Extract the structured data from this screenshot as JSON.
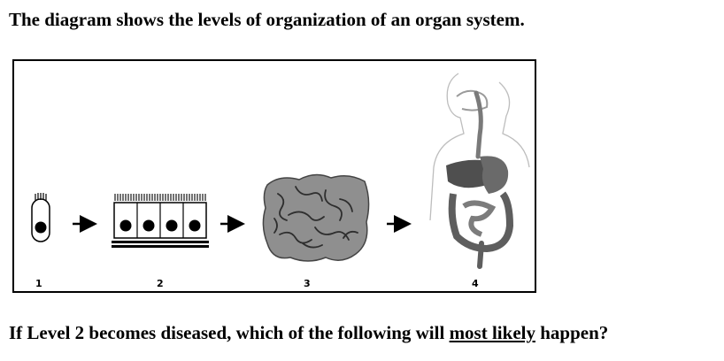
{
  "heading": "The diagram shows the levels of organization of an organ system.",
  "levels": [
    "1",
    "2",
    "3",
    "4"
  ],
  "question": {
    "before": "If Level 2 becomes diseased, which of the following will ",
    "emphasis": "most likely",
    "after": " happen?"
  }
}
